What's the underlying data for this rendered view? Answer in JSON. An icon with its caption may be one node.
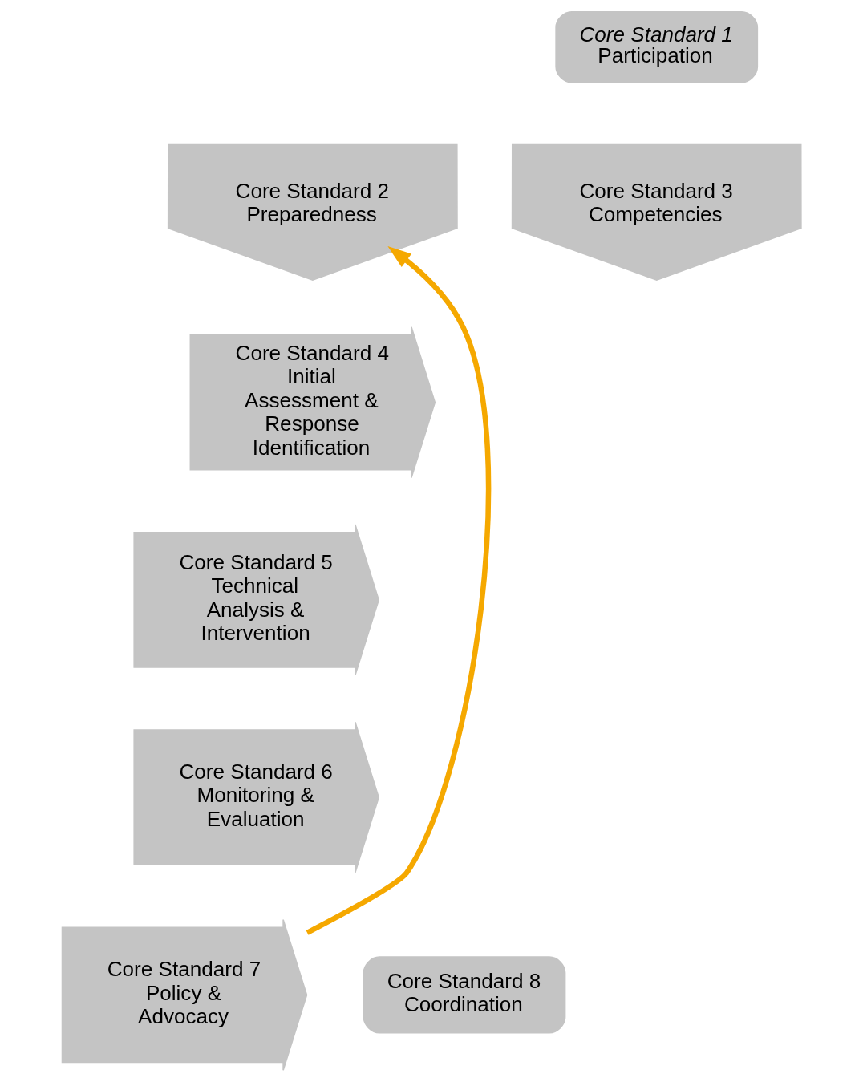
{
  "diagram": {
    "nodes": [
      {
        "text": [
          "Core Standard 1",
          "Participation"
        ]
      },
      {
        "text": [
          "Core Standard 2",
          "Preparedness"
        ]
      },
      {
        "text": [
          "Core Standard 3",
          "Competencies"
        ]
      },
      {
        "text": [
          "Core Standard 4",
          "Initial Assessment & Response Identification"
        ]
      },
      {
        "text": [
          "Core Standard 5",
          "Technical Analysis & Intervention"
        ]
      },
      {
        "text": [
          "Core Standard 6",
          "Monitoring & Evaluation"
        ]
      },
      {
        "text": [
          "Core Standard 7",
          "Policy & Advocacy"
        ]
      },
      {
        "text": [
          "Core Standard 8",
          "Coordination"
        ]
      }
    ],
    "edges": [
      {
        "from": 6,
        "to": 1,
        "arrow": "to",
        "color": "#f5a800"
      }
    ]
  }
}
